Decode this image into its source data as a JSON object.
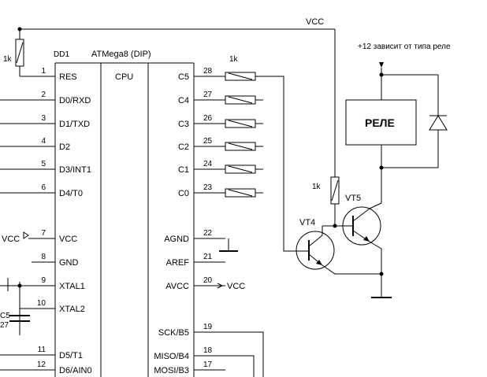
{
  "labels": {
    "vcc_top": "VCC",
    "chip_ref": "DD1",
    "chip_name": "ATMega8 (DIP)",
    "cpu": "CPU",
    "res_left": "1k",
    "res_top": "1k",
    "res_mid": "1k",
    "supply_note": "+12 зависит от типа реле",
    "relay": "РЕЛЕ",
    "vt4": "VT4",
    "vt5": "VT5",
    "vcc_left": "VCC",
    "vcc_avcc": "VCC",
    "cap_ref": "C5",
    "cap_val": "27"
  },
  "left_pins": [
    {
      "num": "1",
      "name": "RES"
    },
    {
      "num": "2",
      "name": "D0/RXD"
    },
    {
      "num": "3",
      "name": "D1/TXD"
    },
    {
      "num": "4",
      "name": "D2"
    },
    {
      "num": "5",
      "name": "D3/INT1"
    },
    {
      "num": "6",
      "name": "D4/T0"
    },
    {
      "num": "7",
      "name": "VCC"
    },
    {
      "num": "8",
      "name": "GND"
    },
    {
      "num": "9",
      "name": "XTAL1"
    },
    {
      "num": "10",
      "name": "XTAL2"
    },
    {
      "num": "11",
      "name": "D5/T1"
    },
    {
      "num": "12",
      "name": "D6/AIN0"
    }
  ],
  "right_pins": [
    {
      "num": "28",
      "name": "C5"
    },
    {
      "num": "27",
      "name": "C4"
    },
    {
      "num": "26",
      "name": "C3"
    },
    {
      "num": "25",
      "name": "C2"
    },
    {
      "num": "24",
      "name": "C1"
    },
    {
      "num": "23",
      "name": "C0"
    },
    {
      "num": "22",
      "name": "AGND"
    },
    {
      "num": "21",
      "name": "AREF"
    },
    {
      "num": "20",
      "name": "AVCC"
    },
    {
      "num": "19",
      "name": "SCK/B5"
    },
    {
      "num": "18",
      "name": "MISO/B4"
    },
    {
      "num": "17",
      "name": "MOSI/B3"
    }
  ]
}
